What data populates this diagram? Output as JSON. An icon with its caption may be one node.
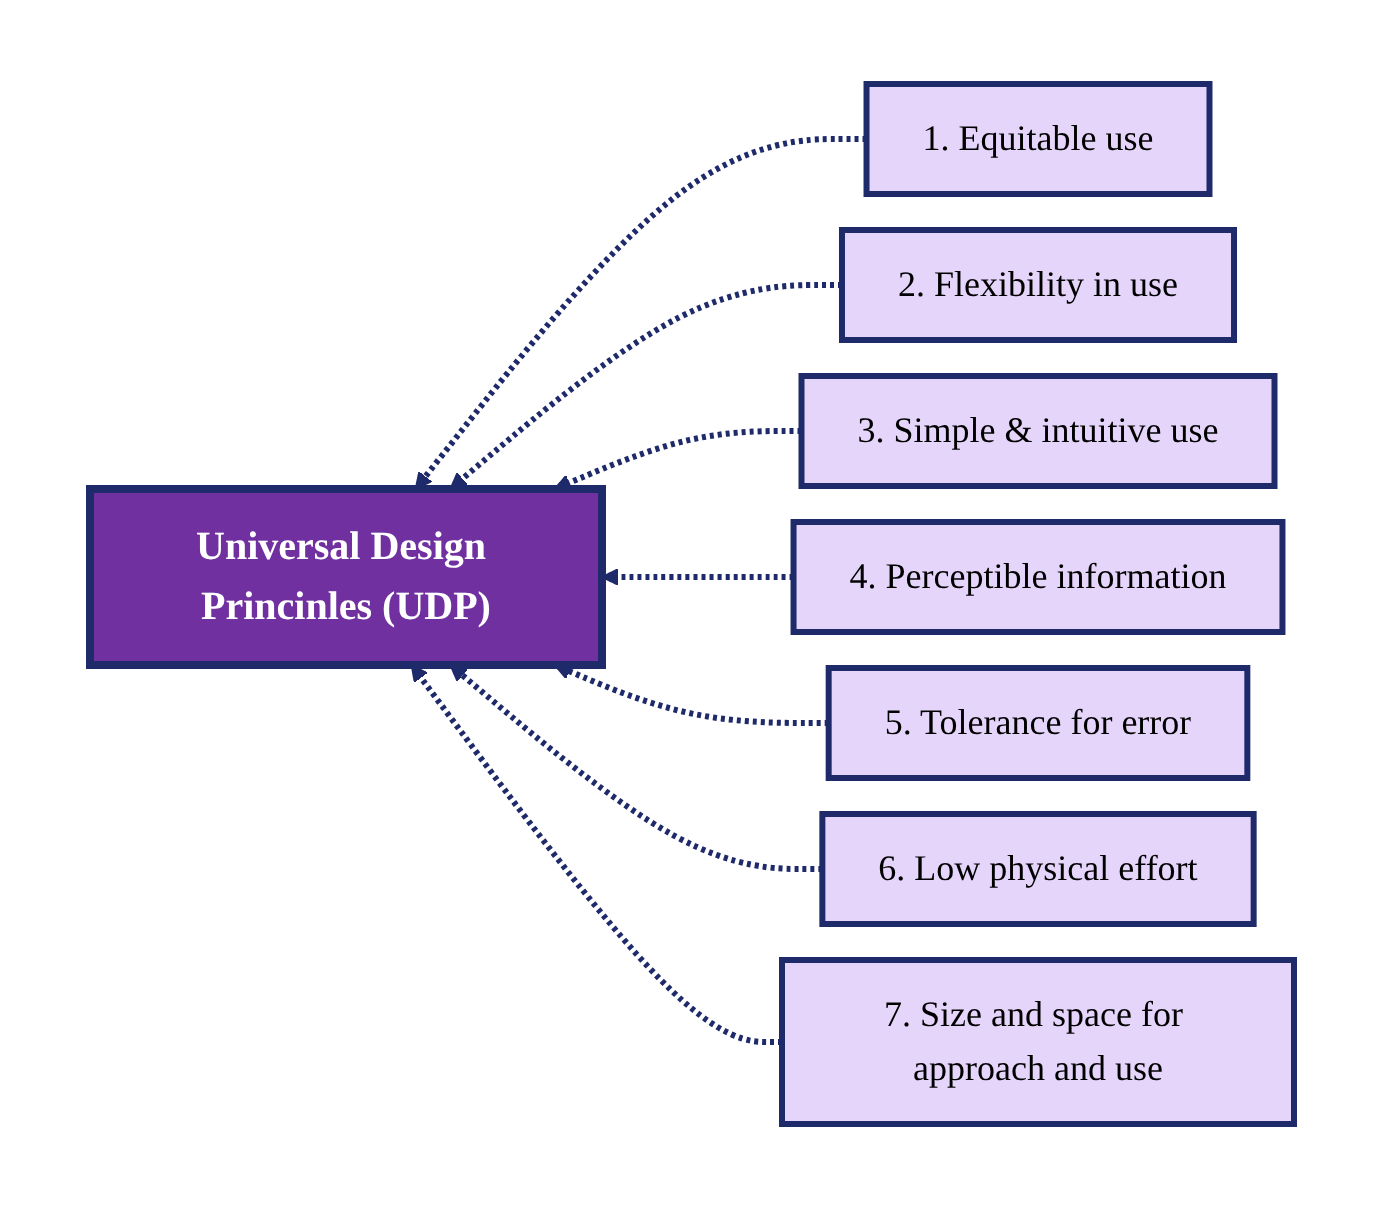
{
  "diagram": {
    "nodes": [
      {
        "text": [
          "Universal Design Princinles (UDP)"
        ]
      },
      {
        "text": [
          "1. Equitable use"
        ]
      },
      {
        "text": [
          "2. Flexibility in use"
        ]
      },
      {
        "text": [
          "3. Simple & intuitive use"
        ]
      },
      {
        "text": [
          "4. Perceptible information"
        ]
      },
      {
        "text": [
          "5. Tolerance for error"
        ]
      },
      {
        "text": [
          "6. Low physical effort"
        ]
      },
      {
        "text": [
          "7. Size and space for approach and use"
        ]
      }
    ],
    "edges": [
      {
        "from": 1,
        "to": 0,
        "arrow": "to",
        "style": "dashed"
      },
      {
        "from": 2,
        "to": 0,
        "arrow": "to",
        "style": "dashed"
      },
      {
        "from": 3,
        "to": 0,
        "arrow": "to",
        "style": "dashed"
      },
      {
        "from": 4,
        "to": 0,
        "arrow": "to",
        "style": "dashed"
      },
      {
        "from": 5,
        "to": 0,
        "arrow": "to",
        "style": "dashed"
      },
      {
        "from": 6,
        "to": 0,
        "arrow": "to",
        "style": "dashed"
      },
      {
        "from": 7,
        "to": 0,
        "arrow": "to",
        "style": "dashed"
      }
    ]
  }
}
